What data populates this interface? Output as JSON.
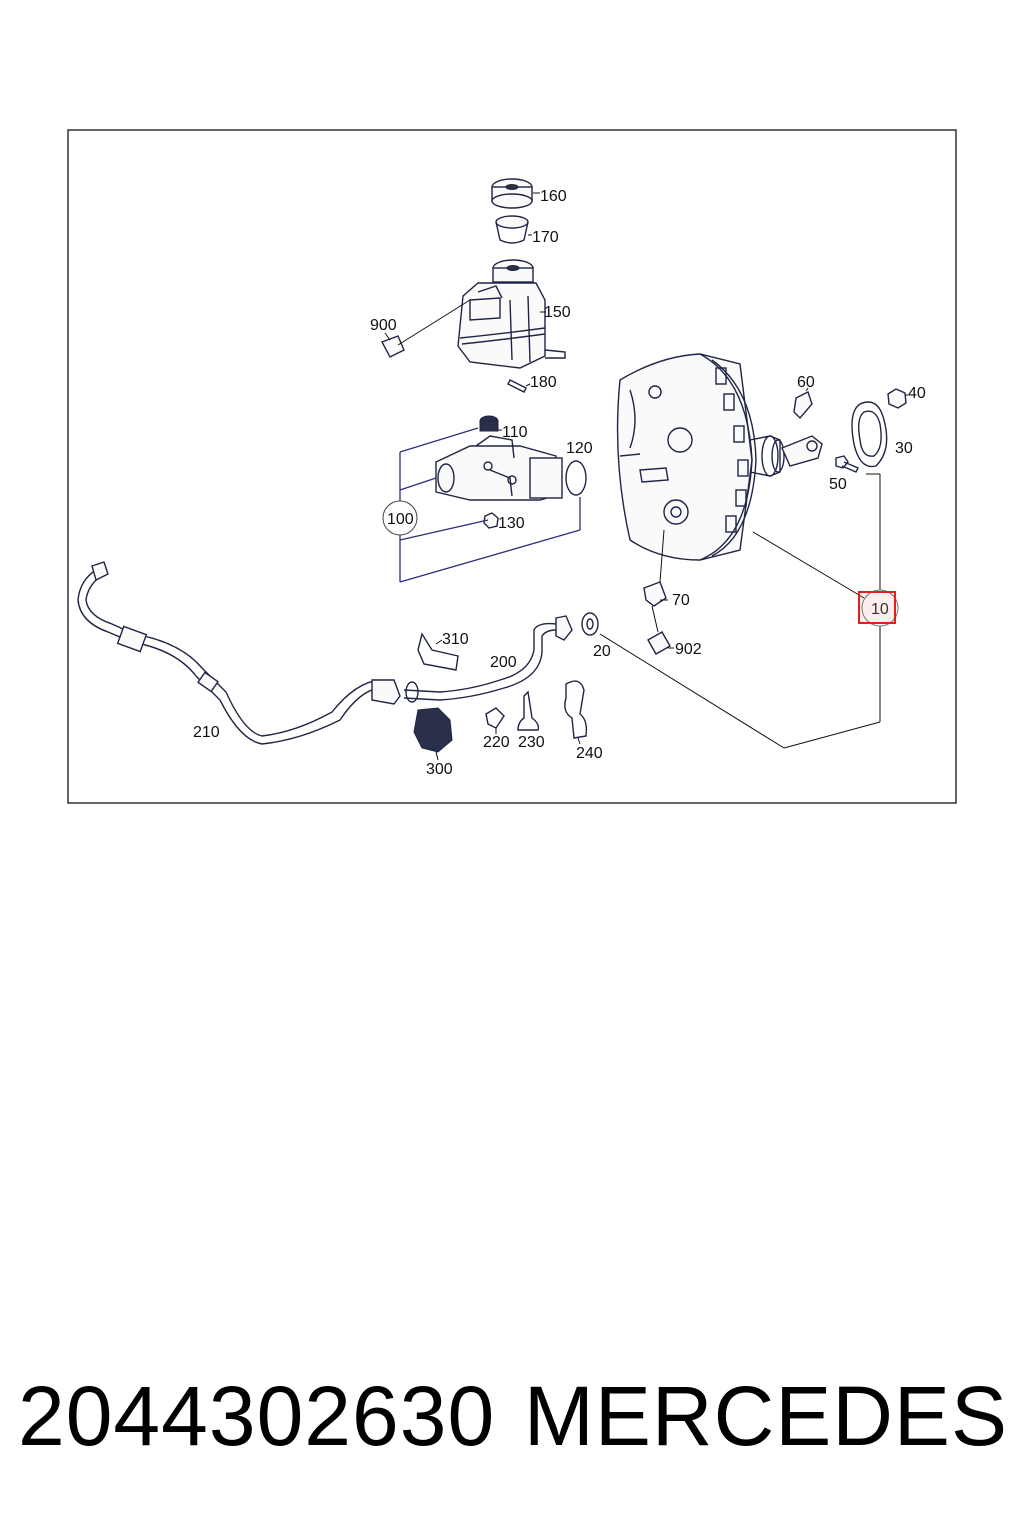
{
  "callouts": {
    "c10": "10",
    "c20": "20",
    "c30": "30",
    "c40": "40",
    "c50": "50",
    "c60": "60",
    "c70": "70",
    "c100": "100",
    "c110": "110",
    "c120": "120",
    "c130": "130",
    "c150": "150",
    "c160": "160",
    "c170": "170",
    "c180": "180",
    "c200": "200",
    "c210": "210",
    "c220": "220",
    "c230": "230",
    "c240": "240",
    "c300": "300",
    "c310": "310",
    "c900": "900",
    "c902": "902"
  },
  "highlight": {
    "callout": "10",
    "color": "#e02020"
  },
  "footer": {
    "part_number": "2044302630",
    "brand": "MERCEDES"
  }
}
